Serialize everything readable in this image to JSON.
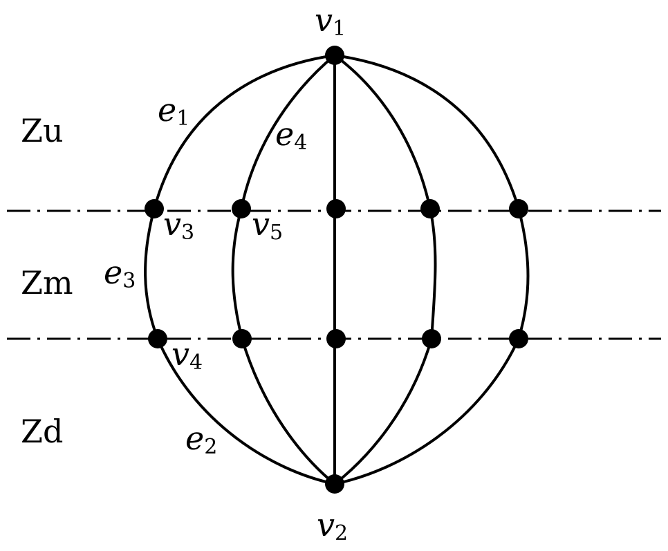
{
  "zones": {
    "upper": "Zu",
    "middle": "Zm",
    "lower": "Zd"
  },
  "vertices": {
    "v1": {
      "base": "v",
      "sub": "1"
    },
    "v2": {
      "base": "v",
      "sub": "2"
    },
    "v3": {
      "base": "v",
      "sub": "3"
    },
    "v4": {
      "base": "v",
      "sub": "4"
    },
    "v5": {
      "base": "v",
      "sub": "5"
    }
  },
  "edges": {
    "e1": {
      "base": "e",
      "sub": "1"
    },
    "e2": {
      "base": "e",
      "sub": "2"
    },
    "e3": {
      "base": "e",
      "sub": "3"
    },
    "e4": {
      "base": "e",
      "sub": "4"
    }
  }
}
